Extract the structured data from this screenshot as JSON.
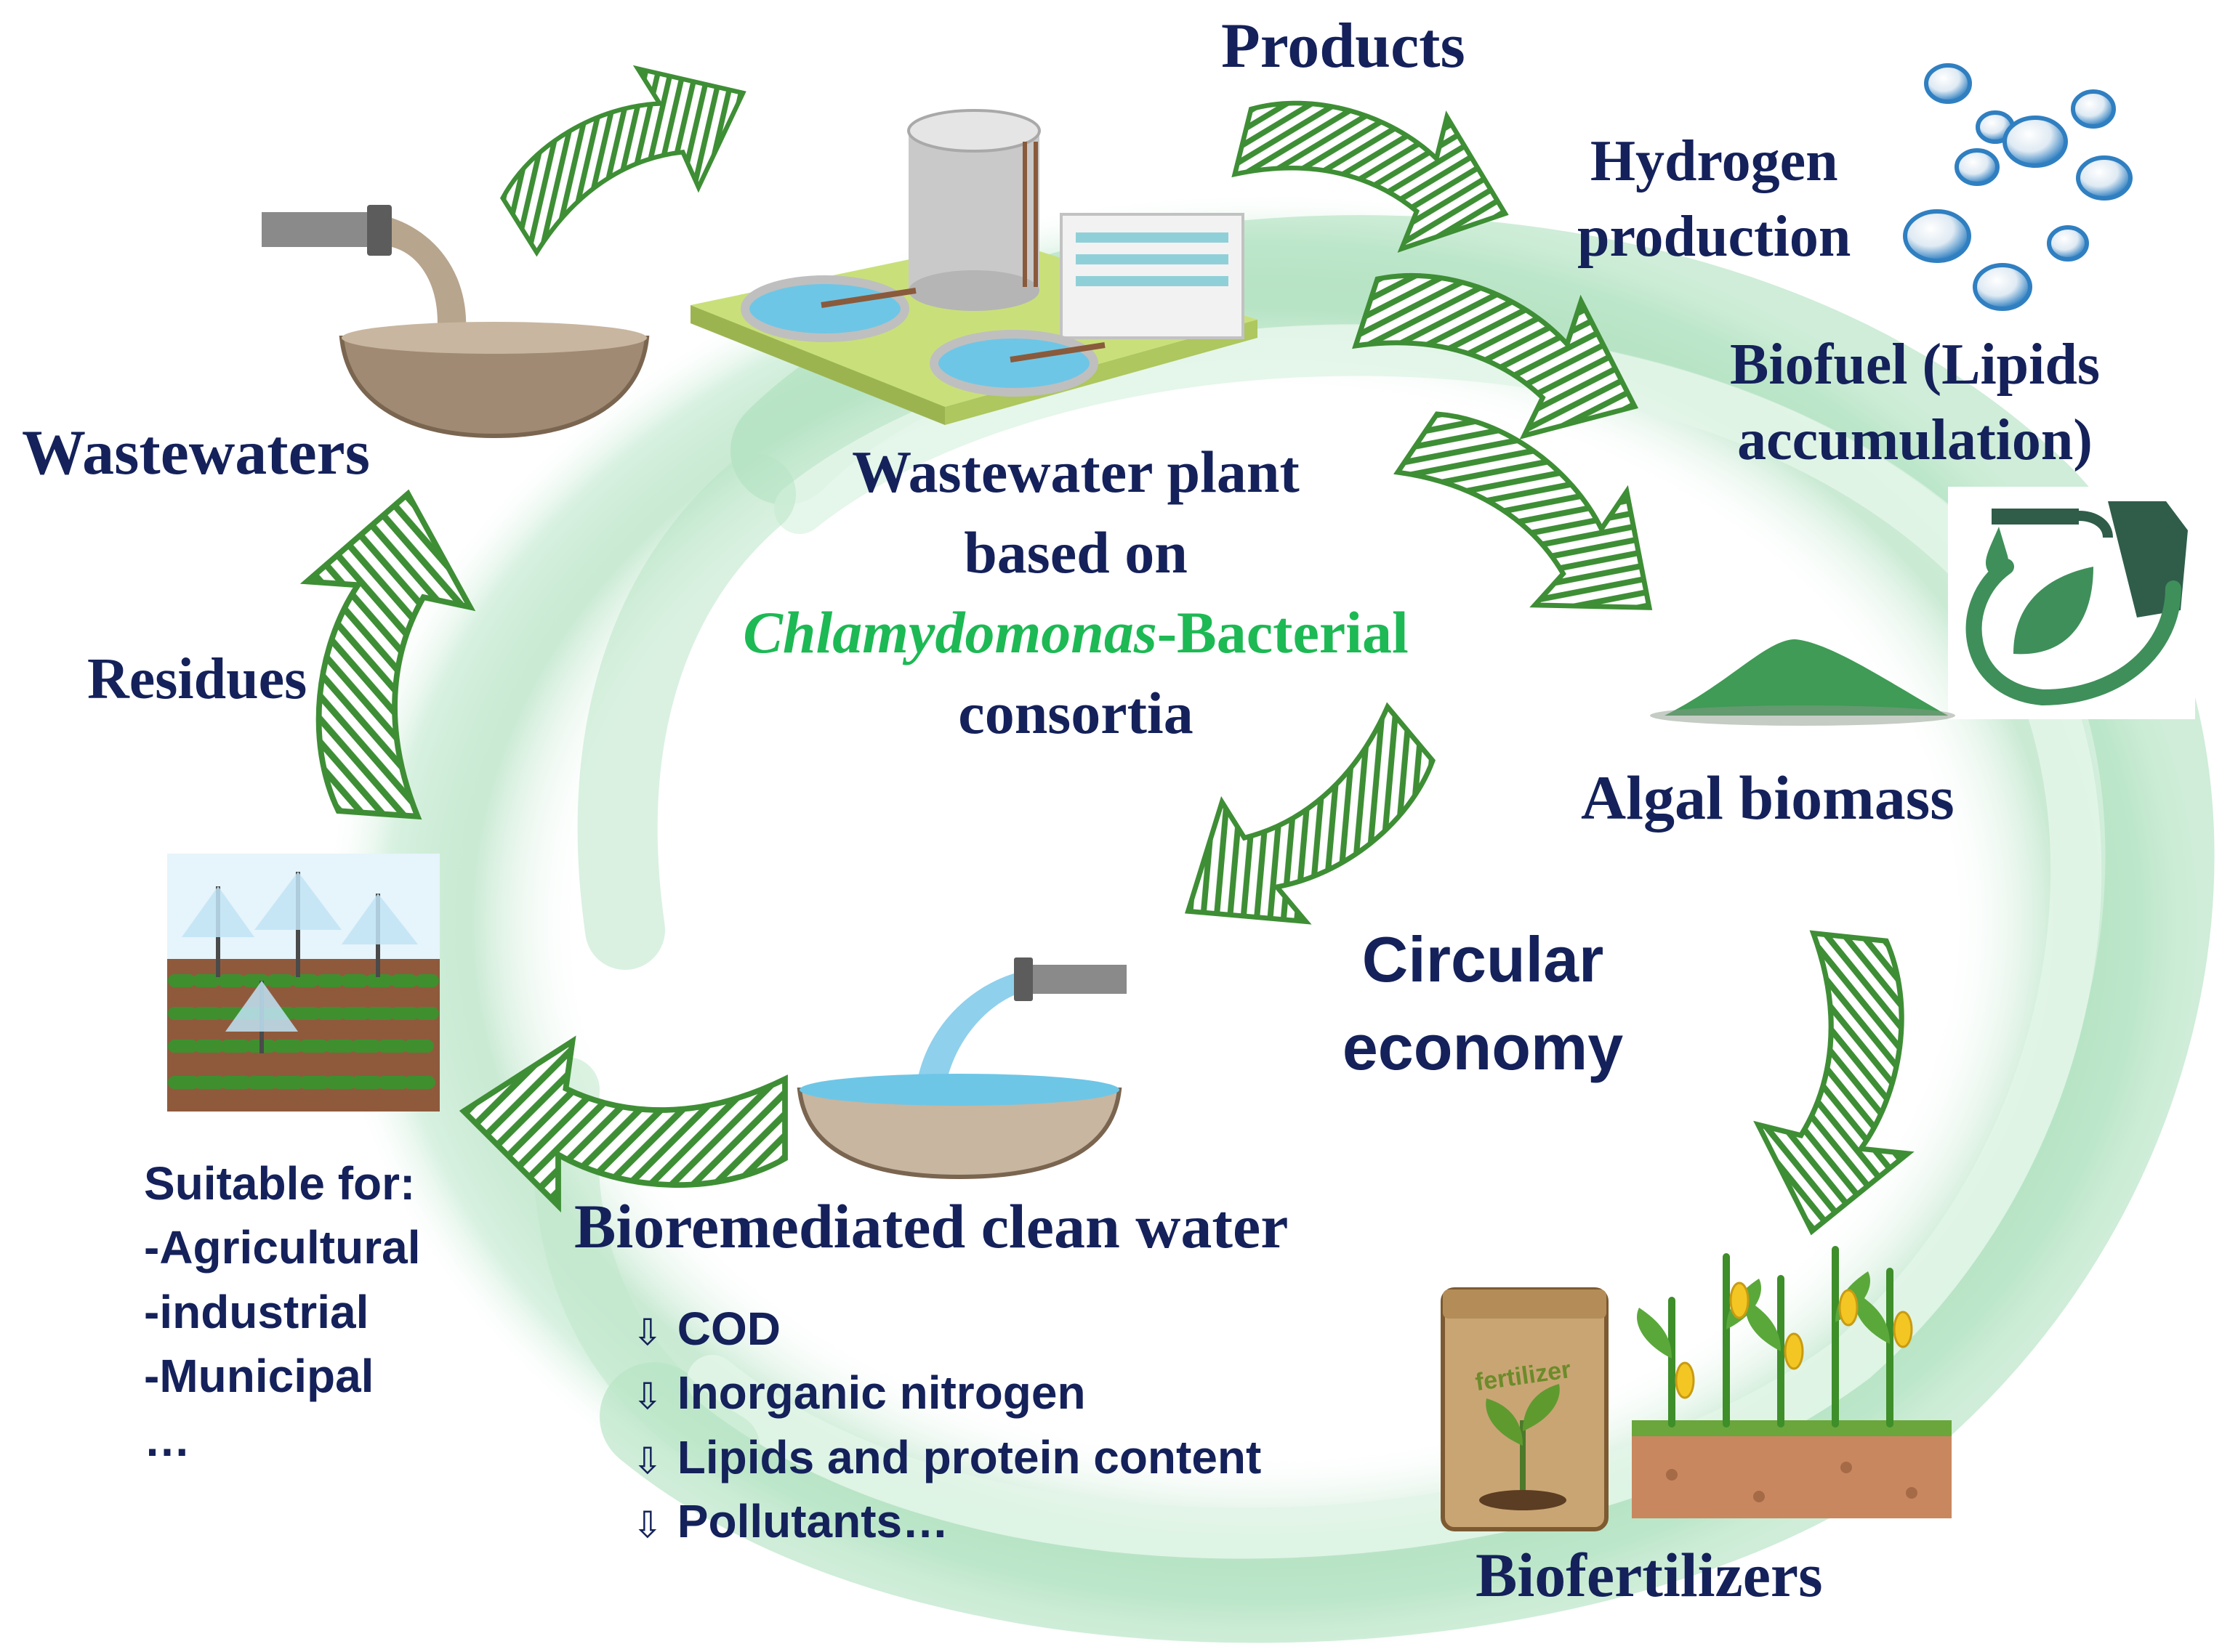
{
  "labels": {
    "products": "Products",
    "hydrogen_line1": "Hydrogen",
    "hydrogen_line2": "production",
    "biofuel_line1": "Biofuel (Lipids",
    "biofuel_line2": "accumulation)",
    "algal_biomass": "Algal biomass",
    "wastewaters": "Wastewaters",
    "plant_line1": "Wastewater plant",
    "plant_line2": "based on",
    "plant_genus": "Chlamydomonas",
    "plant_suffix": "-Bacterial",
    "plant_line4": "consortia",
    "residues": "Residues",
    "circular_line1": "Circular",
    "circular_line2": "economy",
    "clean_water": "Bioremediated clean water",
    "biofertilizers": "Biofertilizers",
    "fertilizer_bag": "fertilizer"
  },
  "reductions": {
    "marker": "⇩",
    "items": [
      "COD",
      "Inorganic nitrogen",
      "Lipids and protein content",
      "Pollutants…"
    ]
  },
  "suitable": {
    "heading": "Suitable for:",
    "items": [
      "-Agricultural",
      "-industrial",
      "-Municipal",
      "…"
    ]
  },
  "colors": {
    "label_navy": "#14215a",
    "genus_green": "#1db954",
    "arrow_green": "#3e8e35",
    "swirl_green": "#9ed9b0",
    "water_blue": "#6ec6e6",
    "soil_brown": "#a08a73",
    "pipe_gray": "#8a8a8a"
  },
  "icons": [
    "pipe-icon",
    "dirty-water-basin-icon",
    "wastewater-plant-icon",
    "hydrogen-bubbles-icon",
    "biofuel-pump-icon",
    "algal-biomass-pile-icon",
    "fertilizer-bag-icon",
    "corn-plants-icon",
    "irrigation-field-icon",
    "clean-water-basin-icon"
  ]
}
